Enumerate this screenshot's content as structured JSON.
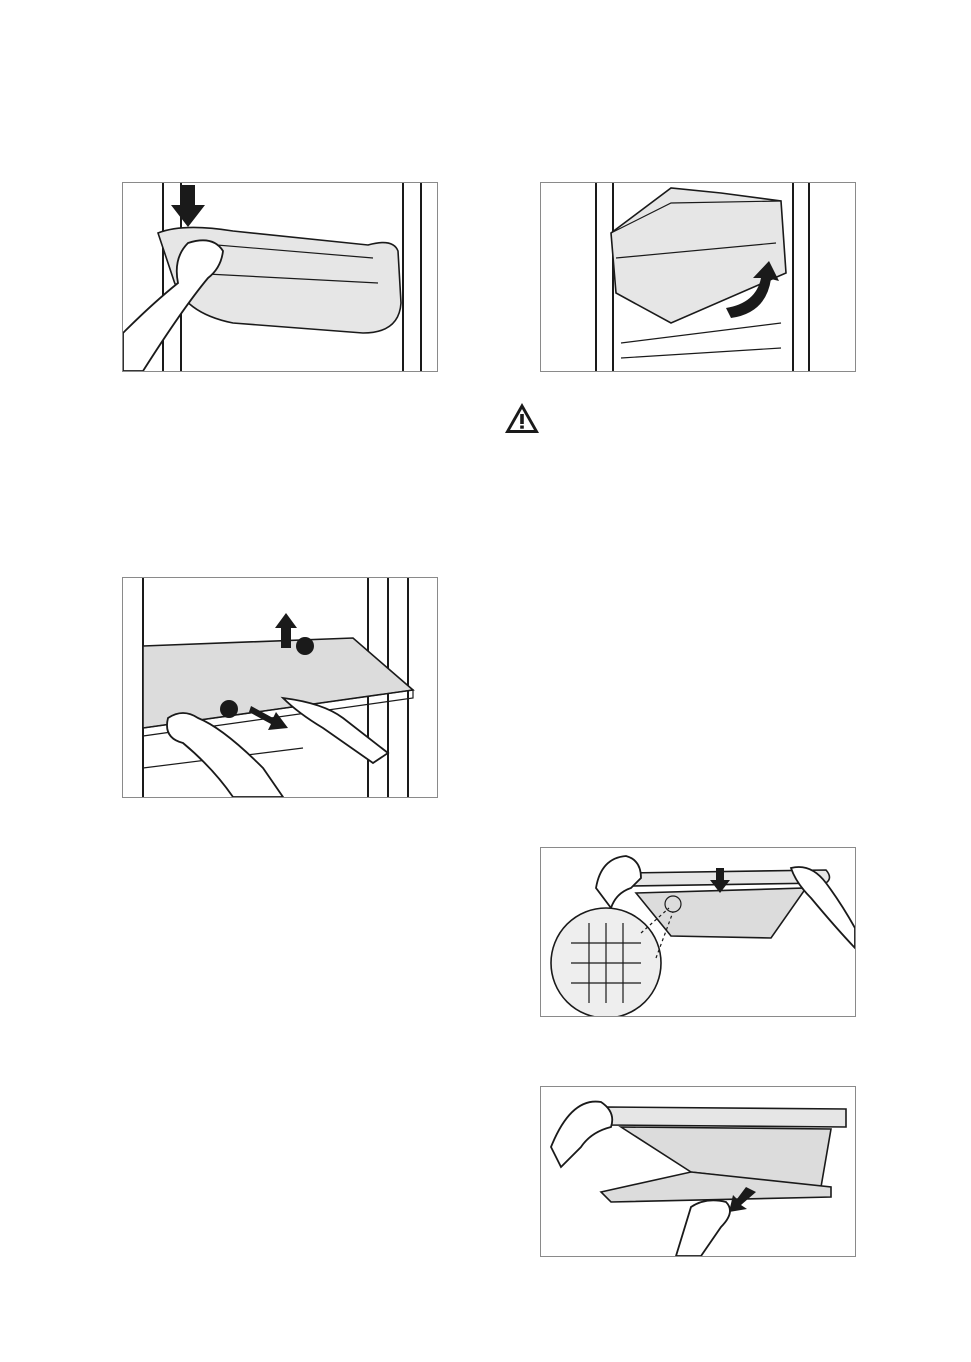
{
  "figures": [
    {
      "id": "fig-door-bin-press"
    },
    {
      "id": "fig-drawer-lift"
    },
    {
      "id": "fig-glass-shelf-remove",
      "step_markers": [
        {
          "kind": "dot"
        },
        {
          "kind": "dot"
        }
      ]
    },
    {
      "id": "fig-crisper-cover-mesh"
    },
    {
      "id": "fig-crisper-cover-slide"
    }
  ],
  "warning": {
    "icon": "warning-triangle-icon",
    "glyph": "!"
  },
  "colors": {
    "line": "#1a1a1a",
    "plastic": "#e6e6e6",
    "glass": "#dcdcdc",
    "frame": "#8a8a8a"
  }
}
